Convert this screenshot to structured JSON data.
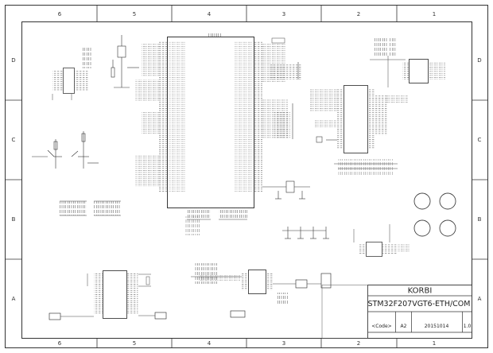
{
  "border": {
    "top_columns": [
      "6",
      "5",
      "4",
      "3",
      "2",
      "1"
    ],
    "bottom_columns": [
      "6",
      "5",
      "4",
      "3",
      "2",
      "1"
    ],
    "left_rows": [
      "D",
      "C",
      "B",
      "A"
    ],
    "right_rows": [
      "D",
      "C",
      "B",
      "A"
    ]
  },
  "title_block": {
    "company": "KORBI",
    "title": "STM32F207VGT6-ETH/COM",
    "code": "<Code>",
    "size": "A2",
    "date": "20151014",
    "revision": "1.0"
  }
}
